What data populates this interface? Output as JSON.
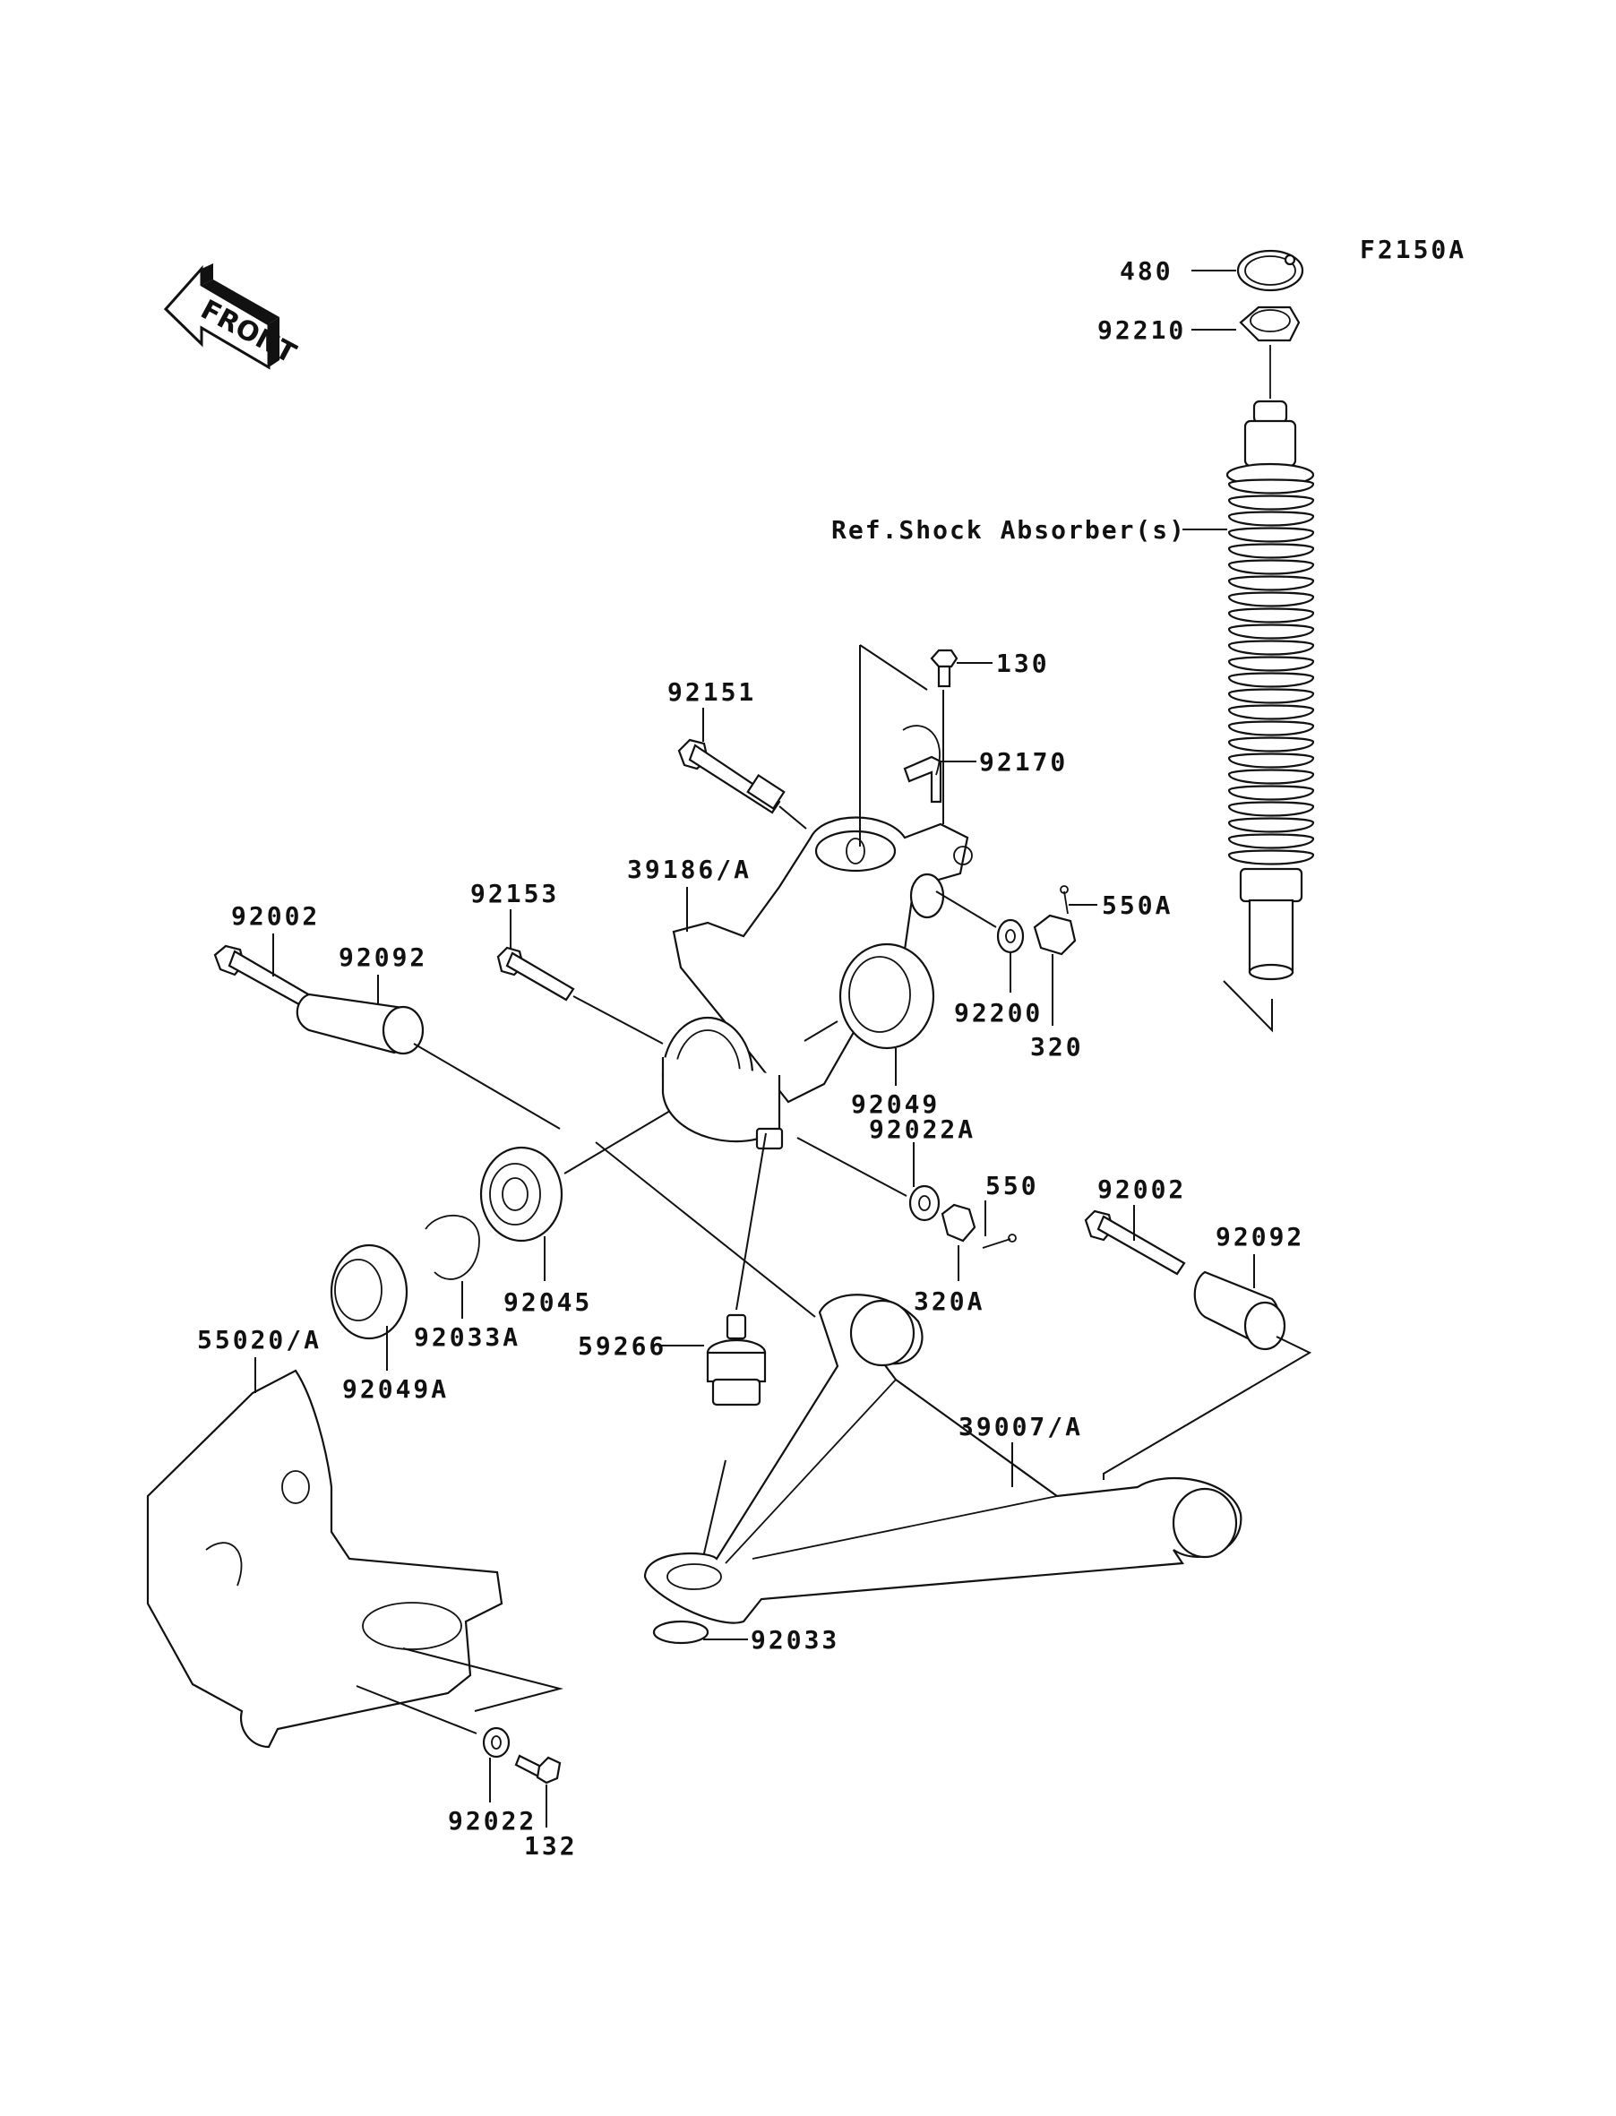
{
  "figure_code": "F2150A",
  "orientation_label": "FRONT",
  "reference_note": "Ref.Shock Absorber(s)",
  "callouts": {
    "c480": "480",
    "c92210": "92210",
    "c130": "130",
    "c92151": "92151",
    "c92170": "92170",
    "c39186A": "39186/A",
    "c92153": "92153",
    "c550A": "550A",
    "c92002_left": "92002",
    "c92092_left": "92092",
    "c92200": "92200",
    "c320": "320",
    "c92049": "92049",
    "c92022A": "92022A",
    "c550": "550",
    "c92002_right": "92002",
    "c92092_right": "92092",
    "c92045": "92045",
    "c92033A": "92033A",
    "c320A": "320A",
    "c55020A": "55020/A",
    "c92049A": "92049A",
    "c59266": "59266",
    "c39007A": "39007/A",
    "c92033": "92033",
    "c92022": "92022",
    "c132": "132"
  }
}
